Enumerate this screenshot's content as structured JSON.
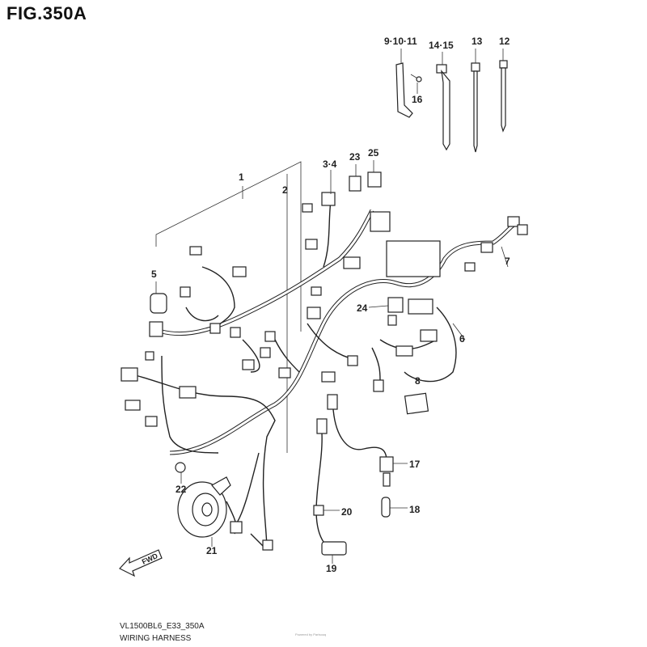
{
  "figure": {
    "title": "FIG.350A"
  },
  "callouts": {
    "c9_10_11": "9·10·11",
    "c14_15": "14·15",
    "c13": "13",
    "c12": "12",
    "c16": "16",
    "c3_4": "3·4",
    "c23": "23",
    "c25": "25",
    "c1": "1",
    "c2": "2",
    "c5": "5",
    "c7": "7",
    "c24": "24",
    "c6": "6",
    "c8": "8",
    "c17": "17",
    "c18": "18",
    "c20": "20",
    "c22": "22",
    "c21": "21",
    "c19": "19"
  },
  "fwd_label": "FWD",
  "footer": {
    "code": "VL1500BL6_E33_350A",
    "name": "WIRING HARNESS"
  },
  "watermark": "Powered by Partsouq"
}
